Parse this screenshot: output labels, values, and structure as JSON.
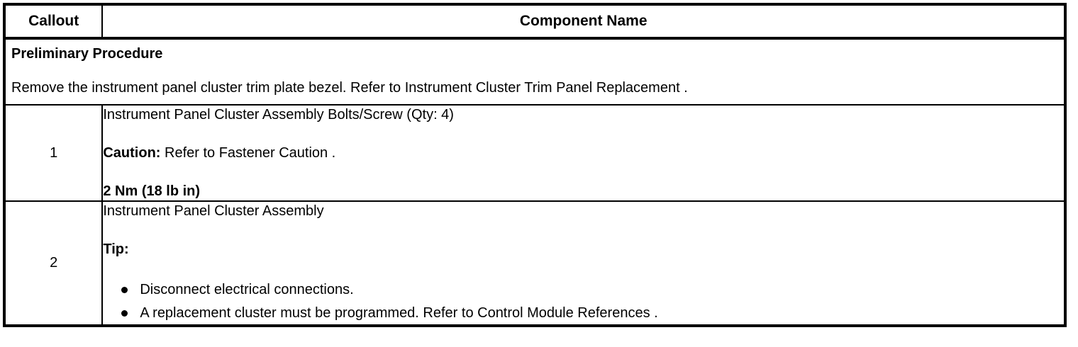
{
  "table": {
    "headers": {
      "callout": "Callout",
      "component_name": "Component Name"
    },
    "preliminary": {
      "title": "Preliminary Procedure",
      "text": "Remove the instrument panel cluster trim plate bezel. Refer to Instrument Cluster Trim Panel Replacement ."
    },
    "rows": [
      {
        "callout": "1",
        "name": "Instrument Panel Cluster Assembly Bolts/Screw (Qty: 4)",
        "caution_label": "Caution:",
        "caution_text": " Refer to Fastener Caution .",
        "torque": "2 Nm (18 lb in)"
      },
      {
        "callout": "2",
        "name": "Instrument Panel Cluster Assembly",
        "tip_label": "Tip:",
        "tips": [
          "Disconnect electrical connections.",
          "A replacement cluster must be programmed. Refer to Control Module References ."
        ]
      }
    ]
  },
  "colors": {
    "border": "#000000",
    "background": "#ffffff",
    "text": "#000000"
  }
}
